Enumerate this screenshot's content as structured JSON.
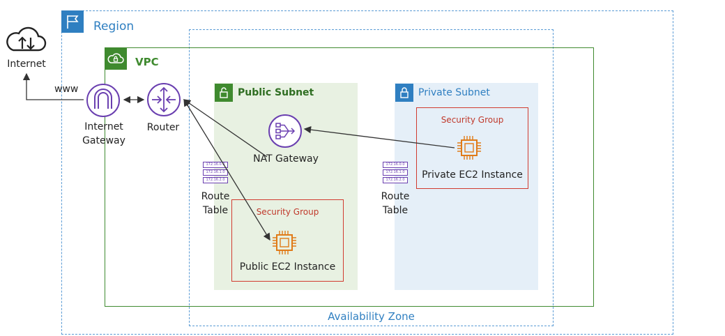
{
  "region": {
    "label": "Region"
  },
  "availability_zone": {
    "label": "Availability Zone"
  },
  "vpc": {
    "label": "VPC"
  },
  "internet": {
    "label": "Internet",
    "link_label": "www"
  },
  "internet_gateway": {
    "label_line1": "Internet",
    "label_line2": "Gateway"
  },
  "router": {
    "label": "Router"
  },
  "public_subnet": {
    "label": "Public Subnet",
    "nat_label": "NAT Gateway",
    "route_table": {
      "line1": "Route",
      "line2": "Table",
      "entries": [
        "172.16.0.0",
        "172.16.1.0",
        "172.16.2.0"
      ]
    },
    "security_group": {
      "label": "Security Group",
      "instance_label": "Public EC2 Instance"
    }
  },
  "private_subnet": {
    "label": "Private Subnet",
    "route_table": {
      "line1": "Route",
      "line2": "Table",
      "entries": [
        "172.16.0.0",
        "172.16.1.0",
        "172.16.2.0"
      ]
    },
    "security_group": {
      "label": "Security Group",
      "instance_label": "Private EC2 Instance"
    }
  },
  "colors": {
    "region_blue": "#2f7fc1",
    "vpc_green": "#3f8a2f",
    "security_group_red": "#d13b2f",
    "compute_orange": "#e07b18",
    "network_purple": "#6a3fb0"
  }
}
